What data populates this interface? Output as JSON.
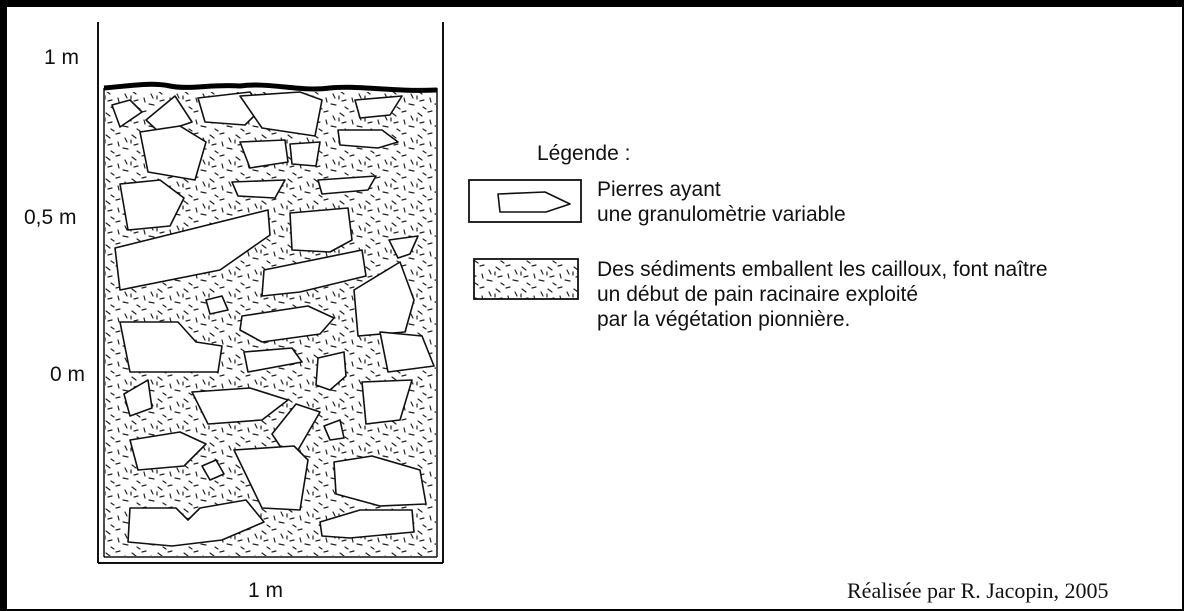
{
  "scale": {
    "y_labels": [
      "1 m",
      "0,5 m",
      "0 m"
    ],
    "x_label": "1 m"
  },
  "legend": {
    "title": "Légende :",
    "items": [
      {
        "symbol": "stone",
        "text_lines": [
          "Pierres ayant",
          "une granulomètrie variable"
        ]
      },
      {
        "symbol": "sediment",
        "text_lines": [
          "Des sédiments emballent les cailloux, font naître",
          "un début de pain racinaire exploité",
          "par la végétation pionnière."
        ]
      }
    ]
  },
  "credit": "Réalisée par R. Jacopin, 2005",
  "colors": {
    "ink": "#111111",
    "background": "#ffffff"
  }
}
